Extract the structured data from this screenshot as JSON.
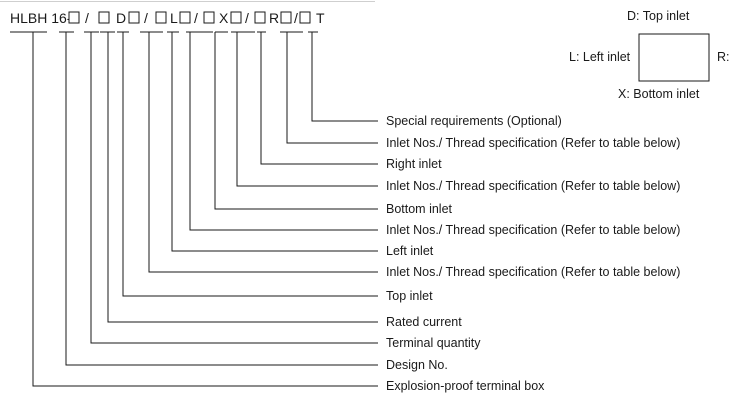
{
  "model_code": {
    "segments": [
      "HLBH 16-",
      "□",
      "/",
      "□",
      "D",
      "□",
      "/",
      "□",
      "L",
      "□",
      "/",
      "□",
      "X",
      "□",
      "/",
      "□",
      "R",
      "□",
      "/",
      "□",
      "T"
    ]
  },
  "labels": [
    "Special requirements (Optional)",
    "Inlet Nos./ Thread specification (Refer to table below)",
    "Right inlet",
    "Inlet Nos./ Thread specification (Refer to table below)",
    "Bottom inlet",
    "Inlet Nos./ Thread specification (Refer to table below)",
    "Left inlet",
    "Inlet Nos./ Thread specification (Refer to table below)",
    "Top inlet",
    "Rated current",
    "Terminal quantity",
    "Design No.",
    "Explosion-proof terminal box"
  ],
  "inlet_diagram": {
    "top": "D: Top inlet",
    "left": "L: Left inlet",
    "right": "R:",
    "bottom": "X: Bottom inlet"
  }
}
